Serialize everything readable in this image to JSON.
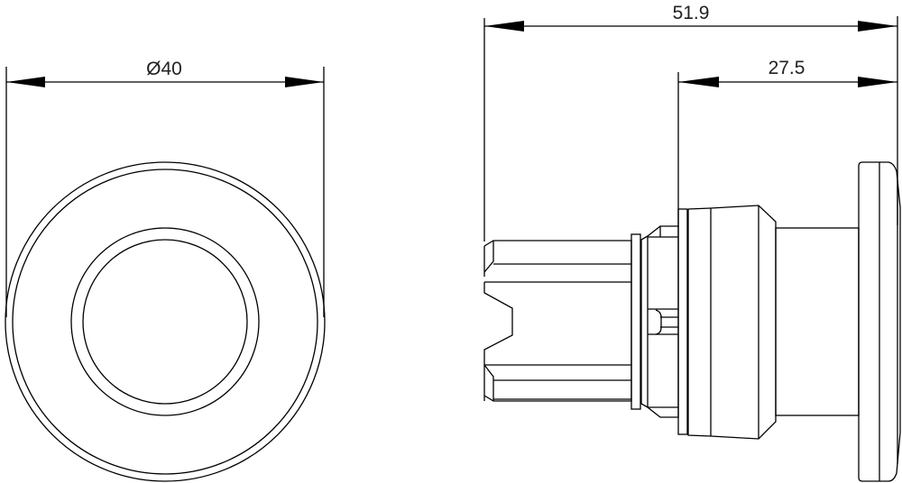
{
  "drawing": {
    "front_view": {
      "diameter_label": "Ø40"
    },
    "side_view": {
      "overall_length_label": "51.9",
      "front_length_label": "27.5"
    }
  },
  "colors": {
    "line": "#000000",
    "background": "#ffffff"
  }
}
